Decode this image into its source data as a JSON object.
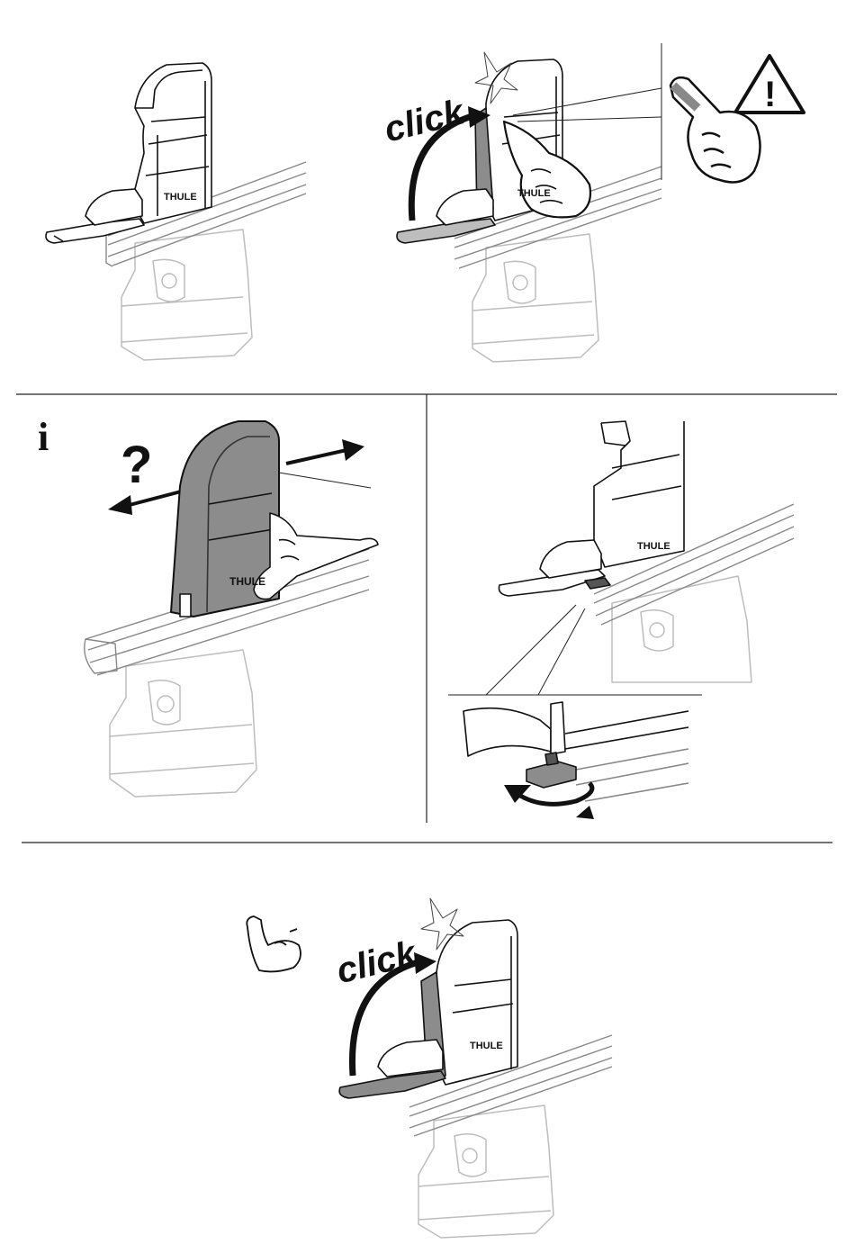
{
  "brand": {
    "logo_text": "THULE"
  },
  "sound_effect": "click",
  "symbols": {
    "warning": "!",
    "info": "i",
    "question": "?"
  },
  "icons": [
    "warning-triangle-icon",
    "info-icon",
    "question-mark-icon",
    "pointing-hand-icon",
    "strong-arm-icon",
    "rotate-arrow-icon"
  ],
  "colors": {
    "line": "#111111",
    "grey_fill": "#8c8c8c",
    "light_grey": "#bdbdbd",
    "bg": "#ffffff"
  }
}
